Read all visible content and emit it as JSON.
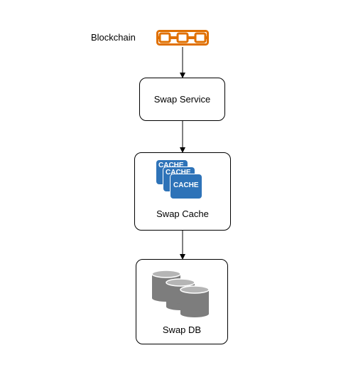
{
  "blockchain": {
    "label": "Blockchain",
    "icon": "blockchain-icon",
    "color": "#e07000"
  },
  "nodes": {
    "swap_service": {
      "label": "Swap Service"
    },
    "swap_cache": {
      "label": "Swap Cache",
      "icon": "cache-icon",
      "icon_text": "CACHE",
      "icon_color": "#2e73b8"
    },
    "swap_db": {
      "label": "Swap DB",
      "icon": "database-icon",
      "icon_color": "#7d7d7d"
    }
  },
  "edges": [
    {
      "from": "blockchain",
      "to": "swap_service"
    },
    {
      "from": "swap_service",
      "to": "swap_cache"
    },
    {
      "from": "swap_cache",
      "to": "swap_db"
    }
  ]
}
